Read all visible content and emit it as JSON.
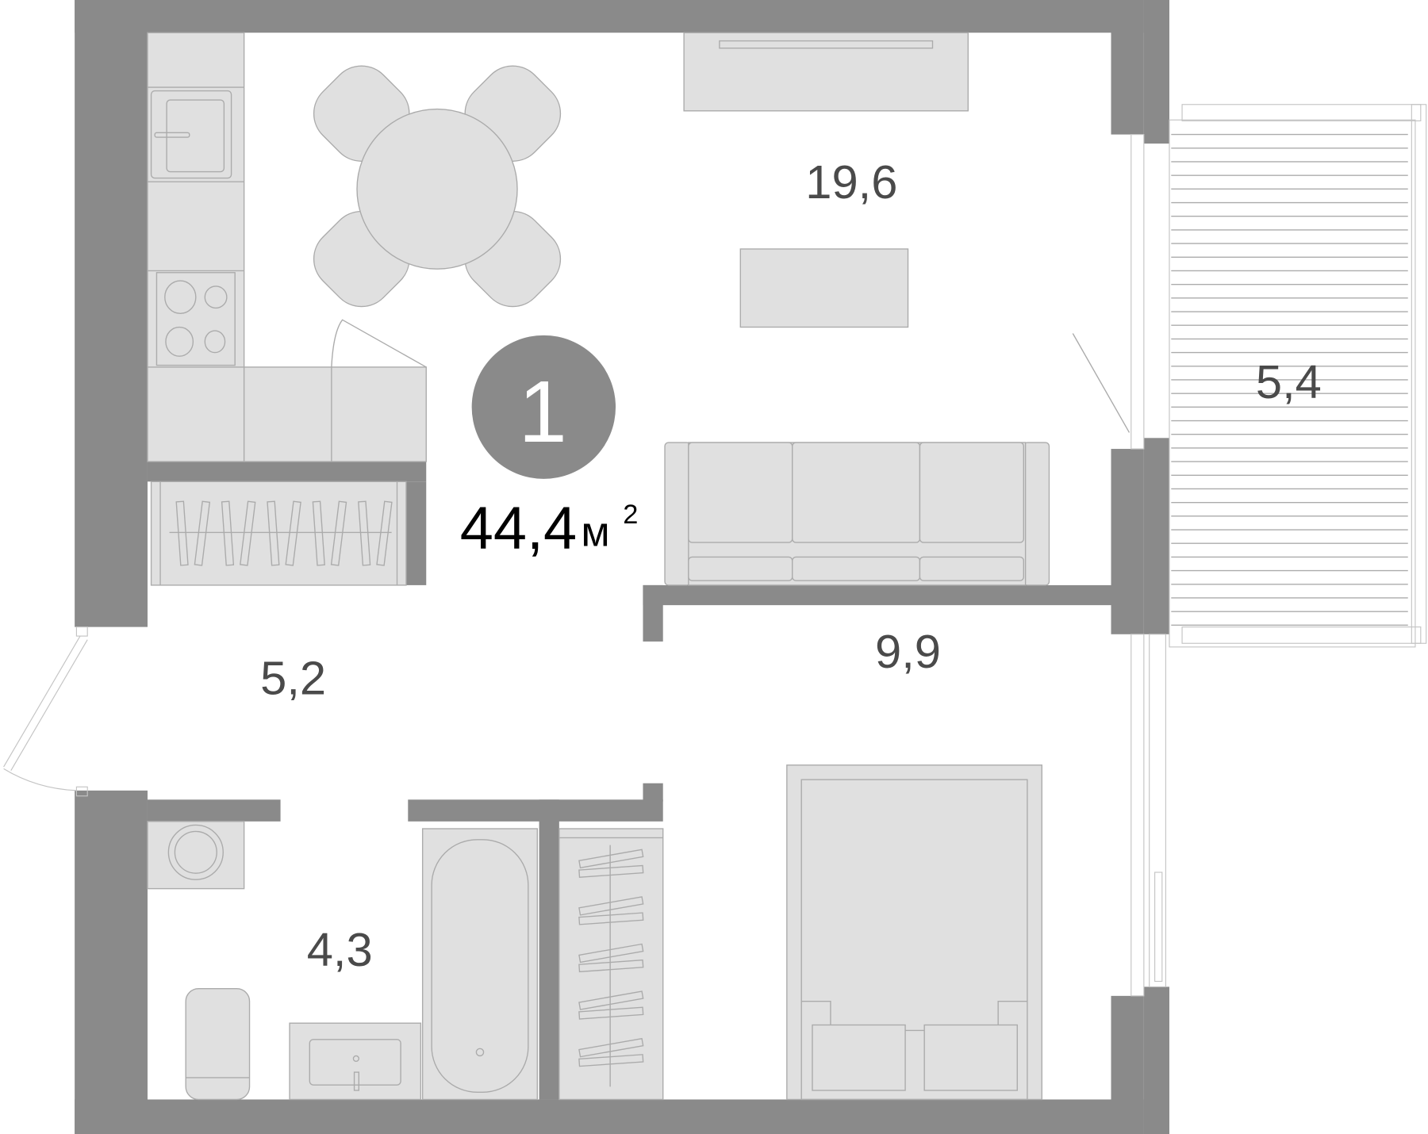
{
  "plan": {
    "apartment_number": "1",
    "total_area": "44,4",
    "area_unit": "м",
    "area_unit_exponent": "2",
    "badge_color": "#8a8a8a",
    "wall_color": "#8a8a8a",
    "furniture_color": "#e0e0e0"
  },
  "rooms": [
    {
      "name": "living-kitchen",
      "area": "19,6"
    },
    {
      "name": "balcony",
      "area": "5,4"
    },
    {
      "name": "hallway",
      "area": "5,2"
    },
    {
      "name": "bedroom",
      "area": "9,9"
    },
    {
      "name": "bathroom",
      "area": "4,3"
    }
  ]
}
